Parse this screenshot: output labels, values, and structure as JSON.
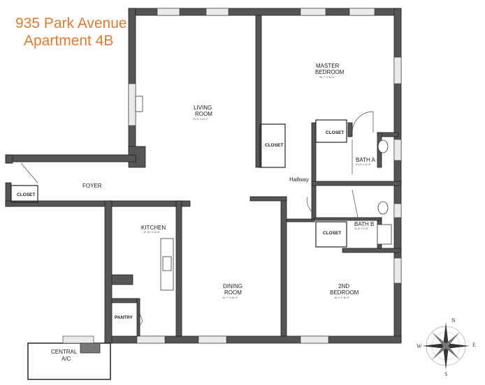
{
  "header": {
    "line1": "935 Park Avenue",
    "line2": "Apartment 4B"
  },
  "rooms": {
    "living": {
      "name1": "LIVING",
      "name2": "ROOM",
      "dims": "22'-5\" X 22'-2\""
    },
    "master": {
      "name1": "MASTER",
      "name2": "BEDROOM",
      "dims": "16'-7\" X 24'-0\""
    },
    "foyer": {
      "name": "FOYER"
    },
    "hallway": {
      "name": "Hallway"
    },
    "kitchen": {
      "name": "KITCHEN",
      "dims": "11'-10\" X 10'-8\""
    },
    "dining": {
      "name1": "DINING",
      "name2": "ROOM",
      "dims": "19'-7\" X 24'-0\""
    },
    "second": {
      "name1": "2ND",
      "name2": "BEDROOM",
      "dims": "16'-2\" X 16'-0\""
    },
    "bath_a": {
      "name": "BATH A",
      "dims": "3'-10\" X 11'-0\""
    },
    "bath_b": {
      "name": "BATH B",
      "dims": "11'-6\" X 3'-8\""
    },
    "pantry": {
      "name": "PANTRY"
    },
    "ac": {
      "name1": "CENTRAL",
      "name2": "A/C"
    }
  },
  "closets": {
    "master": "CLOSET",
    "living": "CLOSET",
    "foyer": "CLOSET",
    "second": "CLOSET"
  },
  "compass": {
    "n": "N",
    "s": "S",
    "e": "E",
    "w": "W"
  },
  "colors": {
    "title": "#e8782a",
    "wall": "#555555",
    "wall_edge": "#222222",
    "window": "#d8d8d8"
  }
}
